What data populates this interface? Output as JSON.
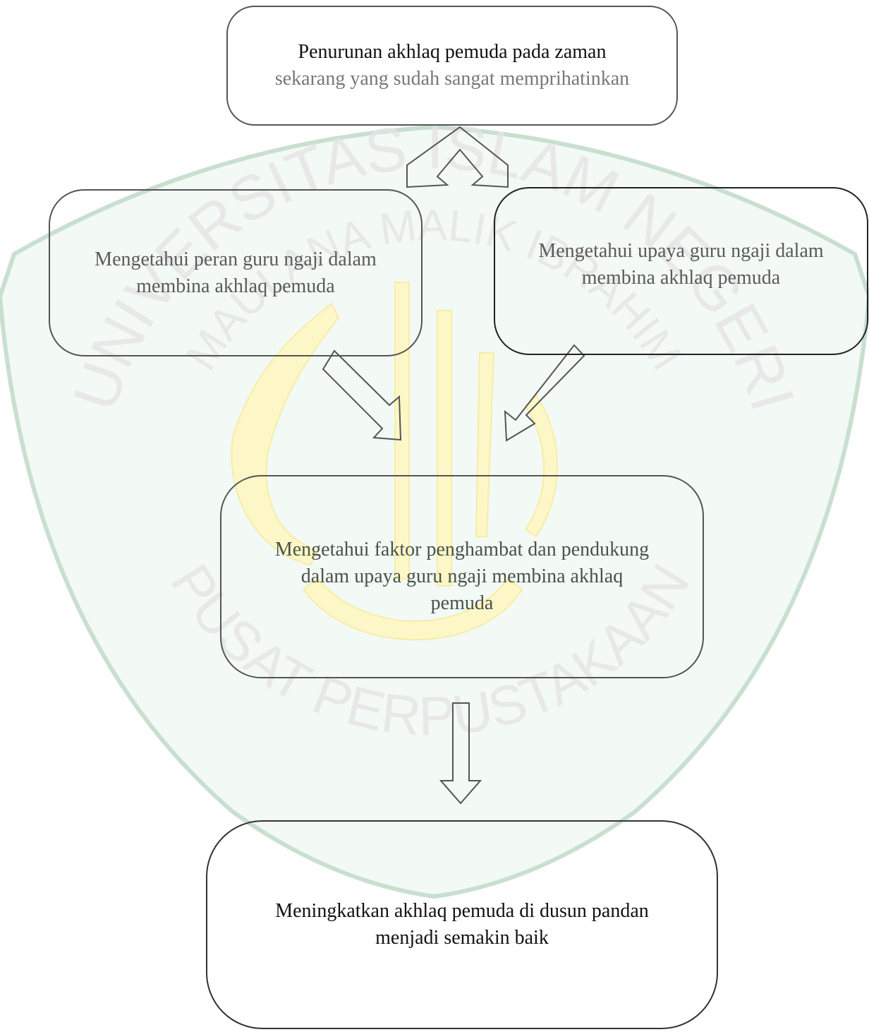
{
  "colors": {
    "watermark_gray": "#d6d6d6",
    "watermark_green": "#dcefe3",
    "watermark_gold": "#fdf7c8",
    "box_border": "#555555",
    "arrow_stroke": "#555555"
  },
  "watermark": {
    "arc_top": "UNIVERSITAS ISLAM NEGERI",
    "arc_mid": "MAULANA MALIK IBRAHIM",
    "arc_bottom": "PUSAT PERPUSTAKAAN"
  },
  "diagram": {
    "top": {
      "line1": "Penurunan akhlaq pemuda pada zaman",
      "line2": "sekarang yang sudah sangat memprihatinkan"
    },
    "left": {
      "line1": "Mengetahui peran guru ngaji dalam",
      "line2": "membina akhlaq pemuda"
    },
    "right": {
      "line1": "Mengetahui upaya guru ngaji dalam",
      "line2": "membina akhlaq pemuda"
    },
    "middle": {
      "line1": "Mengetahui faktor penghambat dan pendukung",
      "line2": "dalam upaya guru ngaji membina akhlaq",
      "line3": "pemuda"
    },
    "bottom": {
      "line1": "Meningkatkan akhlaq pemuda di dusun pandan",
      "line2": "menjadi semakin baik"
    }
  }
}
